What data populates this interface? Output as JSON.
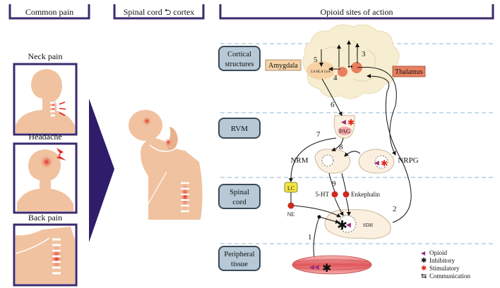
{
  "columns": {
    "common_pain": "Common pain",
    "spinal_cortex": "Spinal  cord ⮌ cortex",
    "opioid_sites": "Opioid sites of action"
  },
  "pain_panels": {
    "neck": "Neck pain",
    "headache": "Headache",
    "back": "Back pain"
  },
  "levels": {
    "cortical": [
      "Cortical",
      "structures"
    ],
    "rvm": "RVM",
    "spinal": [
      "Spinal",
      "cord"
    ],
    "peripheral": [
      "Peripheral",
      "tissue"
    ]
  },
  "structures": {
    "amygdala": "Amygdala",
    "thalamus": "Thalamus",
    "amygdala_nuclei": "LA BLA CeA",
    "pag": "PAG",
    "nrm": "NRM",
    "nrpg": "NRPG",
    "lc": "LC",
    "ne": "NE",
    "five_ht": "5-HT",
    "enkephalin": "Enkephalin",
    "sdh": "SDH"
  },
  "pathway_numbers": [
    "1",
    "2",
    "3",
    "4",
    "5",
    "6",
    "7",
    "8",
    "9"
  ],
  "legend": {
    "opioid": "Opioid",
    "inhibitory": "Inhibitory",
    "stimulatory": "Stimulatory",
    "communication": "Communication"
  },
  "colors": {
    "frame": "#3b2a6e",
    "level_box": "#b7c9d6",
    "skin": "#f0c29f",
    "pain_red": "#e2241b",
    "opioid_purple": "#a0307a",
    "amygdala": "#f6d2a6",
    "thalamus": "#e8805f",
    "lc_yellow": "#f4e542",
    "brain": "#f7edd0"
  }
}
